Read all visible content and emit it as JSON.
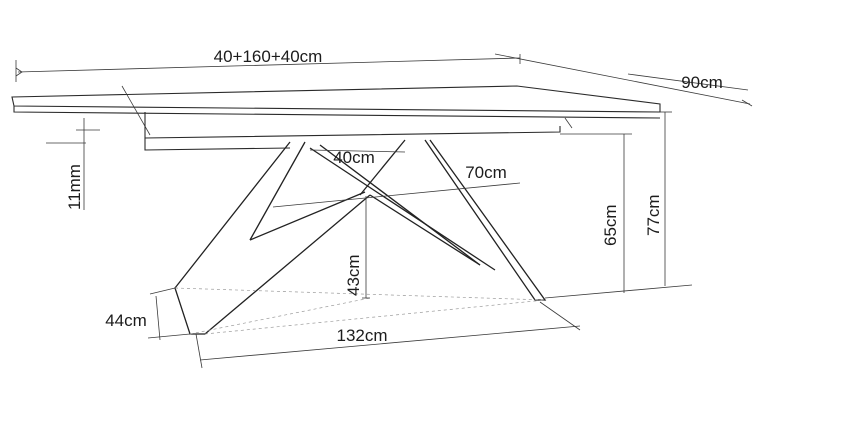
{
  "dimensions": {
    "total_length": "40+160+40cm",
    "depth": "90cm",
    "top_thickness": "11mm",
    "extension_width": "40cm",
    "frame_span": "70cm",
    "frame_height": "43cm",
    "leg_height": "65cm",
    "total_height": "77cm",
    "foot_depth": "44cm",
    "foot_length": "132cm"
  },
  "colors": {
    "line": "#2a2a2a",
    "guide": "#9a9a9a",
    "background": "#ffffff"
  }
}
